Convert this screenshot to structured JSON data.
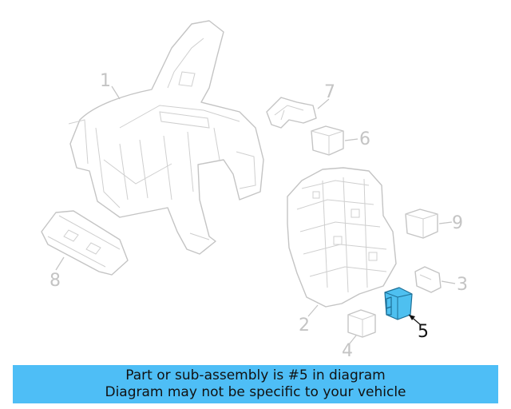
{
  "diagram": {
    "callouts": [
      {
        "id": "1",
        "label": "1",
        "highlighted": false
      },
      {
        "id": "2",
        "label": "2",
        "highlighted": false
      },
      {
        "id": "3",
        "label": "3",
        "highlighted": false
      },
      {
        "id": "4",
        "label": "4",
        "highlighted": false
      },
      {
        "id": "5",
        "label": "5",
        "highlighted": true
      },
      {
        "id": "6",
        "label": "6",
        "highlighted": false
      },
      {
        "id": "7",
        "label": "7",
        "highlighted": false
      },
      {
        "id": "8",
        "label": "8",
        "highlighted": false
      },
      {
        "id": "9",
        "label": "9",
        "highlighted": false
      }
    ],
    "highlight_color": "#4ec0f0",
    "part_line_color": "#c4c4c4"
  },
  "banner": {
    "line1": "Part or sub-assembly is #5 in diagram",
    "line2": "Diagram may not be specific to your vehicle",
    "background": "#4ebef6"
  }
}
